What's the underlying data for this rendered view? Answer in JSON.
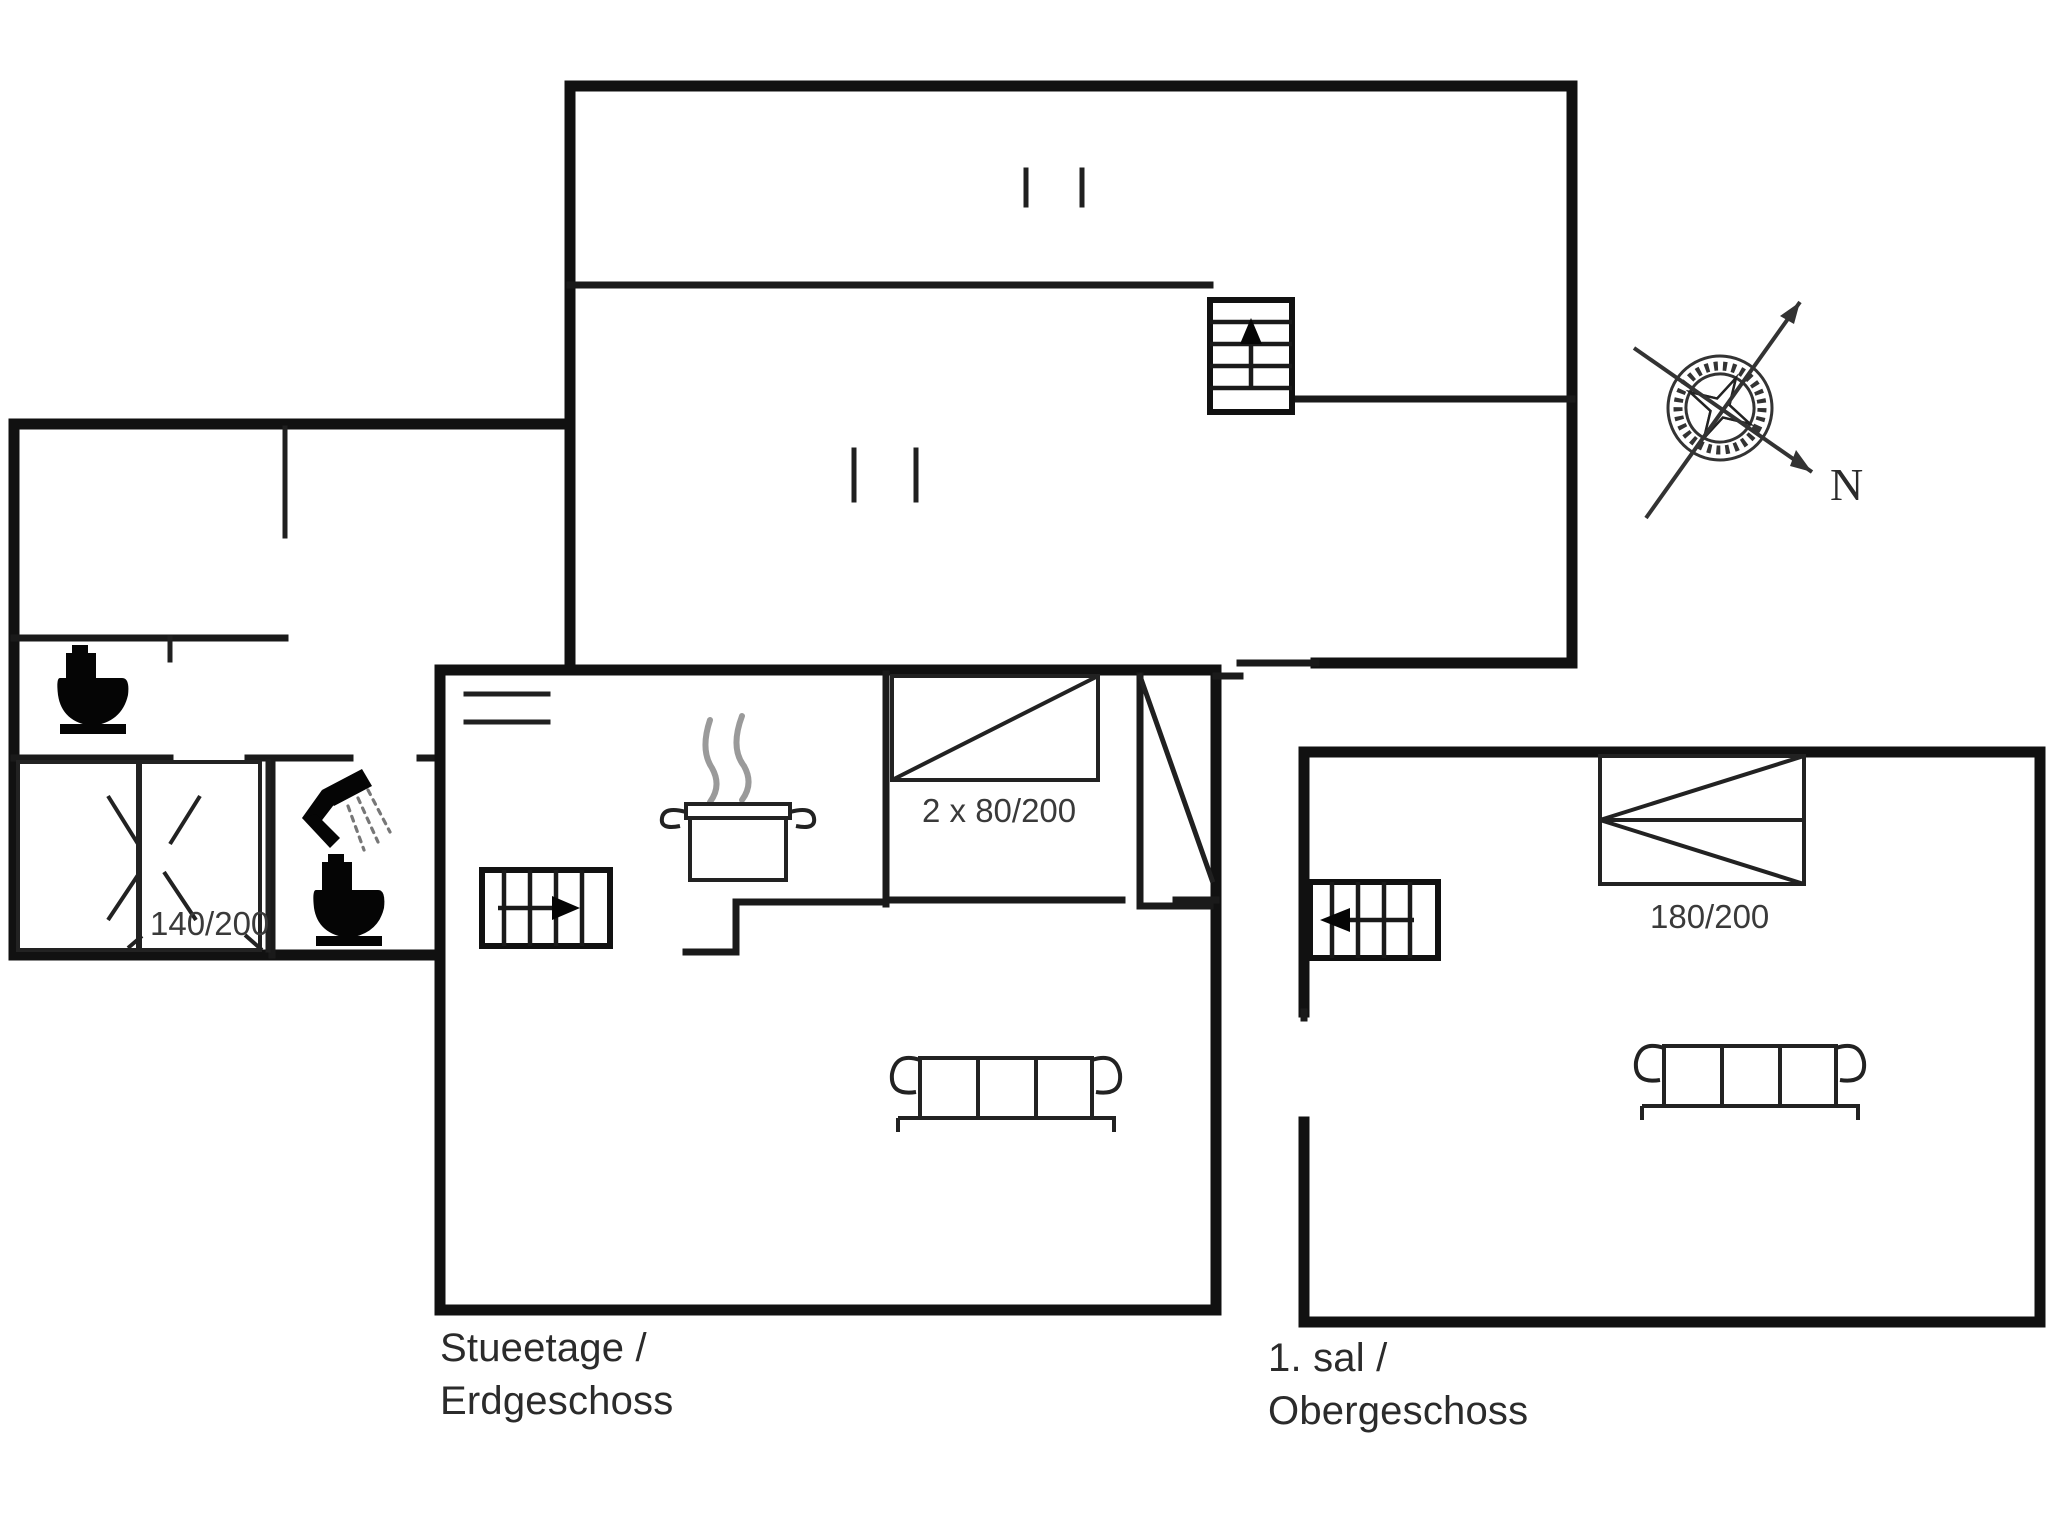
{
  "document": {
    "type": "floor-plan",
    "title_visible": false
  },
  "floors": [
    {
      "id": "ground",
      "label": "Stueetage /\nErdgeschoss",
      "rooms": [
        {
          "name": "bedroom-left",
          "dimension_label": "140/200"
        },
        {
          "name": "bathroom",
          "dimension_label": ""
        },
        {
          "name": "kitchen-living",
          "dimension_label": ""
        },
        {
          "name": "bedroom-right",
          "dimension_label": "2 x 80/200"
        }
      ],
      "fixtures": [
        {
          "name": "toilet-upper",
          "icon": "toilet-icon"
        },
        {
          "name": "toilet-lower",
          "icon": "toilet-icon"
        },
        {
          "name": "shower",
          "icon": "shower-icon"
        },
        {
          "name": "stove-pot",
          "icon": "cooking-pot-icon"
        },
        {
          "name": "sofa",
          "icon": "sofa-icon"
        },
        {
          "name": "stair-down",
          "icon": "staircase-icon"
        },
        {
          "name": "bed-140",
          "icon": "bed-icon",
          "label": "140/200"
        },
        {
          "name": "bed-80-twin",
          "icon": "bed-icon",
          "label": "2 x 80/200"
        }
      ]
    },
    {
      "id": "upper",
      "label": "1. sal /\nObergeschoss",
      "rooms": [
        {
          "name": "loft-living",
          "dimension_label": "180/200"
        }
      ],
      "fixtures": [
        {
          "name": "stair-up",
          "icon": "staircase-icon"
        },
        {
          "name": "sofa",
          "icon": "sofa-icon"
        },
        {
          "name": "bed-180",
          "icon": "bed-icon",
          "label": "180/200"
        }
      ]
    },
    {
      "id": "upper-outline-top",
      "label": "",
      "rooms": [],
      "fixtures": [
        {
          "name": "stair-up-top",
          "icon": "staircase-icon"
        }
      ]
    }
  ],
  "dimensions": {
    "bed_left": "140/200",
    "bed_twin": "2 x 80/200",
    "bed_upper": "180/200"
  },
  "labels": {
    "ground_floor": "Stueetage /\nErdgeschoss",
    "upper_floor": "1. sal /\nObergeschoss"
  },
  "compass": {
    "name": "compass-rose",
    "north_label": "N"
  },
  "colors": {
    "wall": "#111111",
    "text": "#2b2b2b",
    "dimension_text": "#3a3a3a",
    "background": "#ffffff",
    "fixture_solid": "#050505",
    "steam": "#9a9a9a"
  }
}
